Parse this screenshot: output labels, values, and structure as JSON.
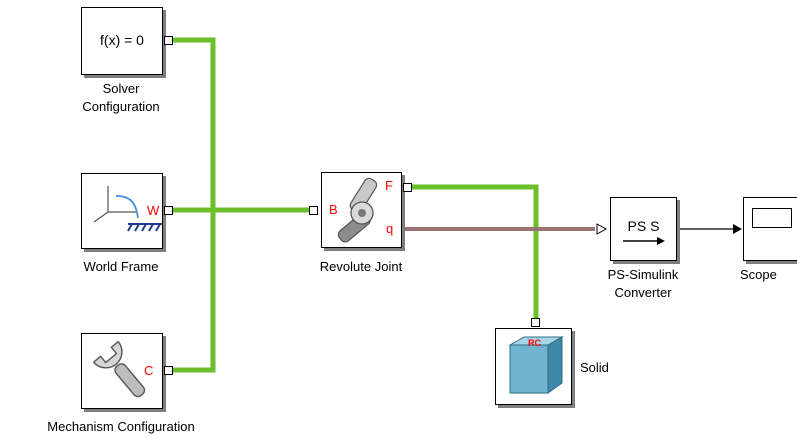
{
  "blocks": {
    "solver": {
      "icon_text": "f(x) = 0",
      "label_line1": "Solver",
      "label_line2": "Configuration"
    },
    "world_frame": {
      "label": "World Frame",
      "port_label": "W"
    },
    "mechanism": {
      "label": "Mechanism Configuration",
      "port_label": "C"
    },
    "revolute": {
      "label": "Revolute Joint",
      "port_b": "B",
      "port_f": "F",
      "port_q": "q"
    },
    "converter": {
      "icon_text": "PS S",
      "label_line1": "PS-Simulink",
      "label_line2": "Converter"
    },
    "scope": {
      "label": "Scope"
    },
    "solid": {
      "label": "Solid",
      "port_label": "RC"
    }
  },
  "colors": {
    "physical_connection": "#6abf2a",
    "physical_signal": "#9c7373",
    "signal": "#000000",
    "port_label": "#ff0000"
  },
  "icons": [
    "function-icon",
    "world-frame-icon",
    "wrench-icon",
    "revolute-joint-icon",
    "arrow-icon",
    "scope-screen-icon",
    "cube-icon"
  ]
}
